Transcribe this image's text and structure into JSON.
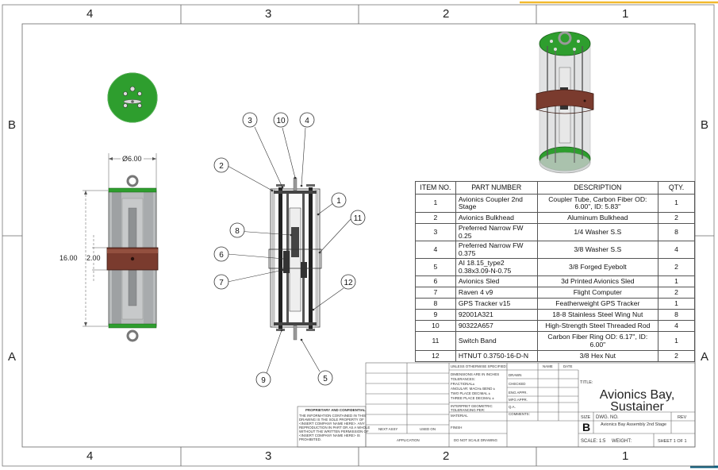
{
  "zones": {
    "top": [
      "4",
      "3",
      "2",
      "1"
    ],
    "bottom": [
      "4",
      "3",
      "2",
      "1"
    ],
    "left": [
      "B",
      "A"
    ],
    "right": [
      "B",
      "A"
    ]
  },
  "dimensions": {
    "diameter": "Ø6.00",
    "length": "16.00",
    "band": "2.00"
  },
  "balloons": [
    "1",
    "2",
    "3",
    "4",
    "5",
    "6",
    "7",
    "8",
    "9",
    "10",
    "11",
    "12"
  ],
  "bom": {
    "headers": [
      "ITEM NO.",
      "PART NUMBER",
      "DESCRIPTION",
      "QTY."
    ],
    "rows": [
      {
        "item": "1",
        "part": "Avionics Coupler 2nd Stage",
        "desc": "Coupler Tube, Carbon Fiber OD: 6.00\", ID: 5.83\"",
        "qty": "1"
      },
      {
        "item": "2",
        "part": "Avionics Bulkhead",
        "desc": "Aluminum Bulkhead",
        "qty": "2"
      },
      {
        "item": "3",
        "part": "Preferred Narrow FW 0.25",
        "desc": "1/4 Washer S.S",
        "qty": "8"
      },
      {
        "item": "4",
        "part": "Preferred Narrow FW 0.375",
        "desc": "3/8 Washer S.S",
        "qty": "4"
      },
      {
        "item": "5",
        "part": "AI 18.15_type2 0.38x3.09-N-0.75",
        "desc": "3/8 Forged Eyebolt",
        "qty": "2"
      },
      {
        "item": "6",
        "part": "Avionics Sled",
        "desc": "3d Printed Avionics Sled",
        "qty": "1"
      },
      {
        "item": "7",
        "part": "Raven 4 v9",
        "desc": "Flight Computer",
        "qty": "2"
      },
      {
        "item": "8",
        "part": "GPS Tracker v15",
        "desc": "Featherweight GPS Tracker",
        "qty": "1"
      },
      {
        "item": "9",
        "part": "92001A321",
        "desc": "18-8 Stainless Steel Wing Nut",
        "qty": "8"
      },
      {
        "item": "10",
        "part": "90322A657",
        "desc": "High-Strength Steel Threaded Rod",
        "qty": "4"
      },
      {
        "item": "11",
        "part": "Switch Band",
        "desc": "Carbon Fiber Ring OD: 6.17\", ID: 6.00\"",
        "qty": "1"
      },
      {
        "item": "12",
        "part": "HTNUT 0.3750-16-D-N",
        "desc": "3/8 Hex Nut",
        "qty": "2"
      }
    ]
  },
  "title_block": {
    "unless": "UNLESS OTHERWISE SPECIFIED:",
    "name": "NAME",
    "date": "DATE",
    "dims_inches": "DIMENSIONS ARE IN INCHES",
    "tolerances": "TOLERANCES:",
    "fractional": "FRACTIONAL±",
    "angular": "ANGULAR: MACH±   BEND ±",
    "two_place": "TWO PLACE DECIMAL  ±",
    "three_place": "THREE PLACE DECIMAL  ±",
    "interpret": "INTERPRET GEOMETRIC",
    "tolerancing": "TOLERANCING PER:",
    "material": "MATERIAL",
    "finish": "FINISH",
    "drawn": "DRAWN",
    "checked": "CHECKED",
    "eng_appr": "ENG APPR.",
    "mfg_appr": "MFG APPR.",
    "qa": "Q.A.",
    "comments": "COMMENTS:",
    "title_label": "TITLE:",
    "title_line1": "Avionics Bay,",
    "title_line2": "Sustainer",
    "size_label": "SIZE",
    "size": "B",
    "dwg_label": "DWG. NO.",
    "dwg_no": "Avionics Bay Assembly 2nd Stage",
    "rev": "REV",
    "scale": "SCALE: 1:5",
    "weight": "WEIGHT:",
    "sheet": "SHEET 1 OF 1",
    "next_assy": "NEXT ASSY",
    "used_on": "USED ON",
    "application": "APPLICATION",
    "do_not_scale": "DO NOT SCALE DRAWING",
    "proprietary_title": "PROPRIETARY AND CONFIDENTIAL",
    "proprietary_lines": [
      "THE INFORMATION CONTAINED IN THIS",
      "DRAWING IS THE SOLE PROPERTY OF",
      "<INSERT COMPANY NAME HERE>. ANY",
      "REPRODUCTION IN PART OR AS A WHOLE",
      "WITHOUT THE WRITTEN PERMISSION OF",
      "<INSERT COMPANY NAME HERE> IS",
      "PROHIBITED."
    ]
  },
  "colors": {
    "bulkhead_green": "#2e9e2e",
    "switch_band": "#7a3b2e",
    "tube_gray": "#b9bcbd",
    "accent_orange": "#f2b92e"
  }
}
